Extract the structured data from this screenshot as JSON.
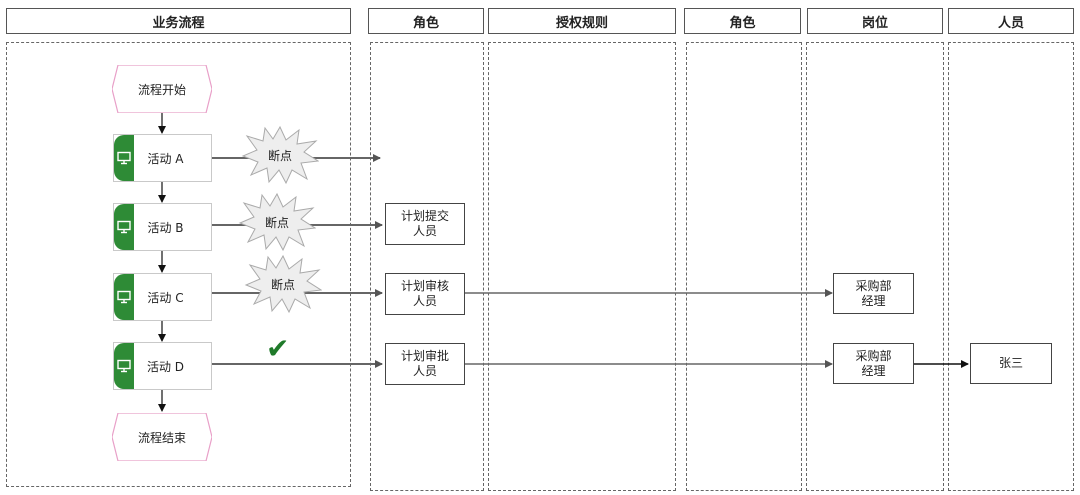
{
  "headers": {
    "business_flow": "业务流程",
    "role_left": "角色",
    "auth_rules": "授权规则",
    "role_right": "角色",
    "position": "岗位",
    "personnel": "人员"
  },
  "flow": {
    "start": "流程开始",
    "end": "流程结束",
    "activities": [
      "活动 A",
      "活动 B",
      "活动 C",
      "活动 D"
    ]
  },
  "breakpoint_label": "断点",
  "roles": [
    "计划提交\n人员",
    "计划审核\n人员",
    "计划审批\n人员"
  ],
  "positions": [
    "采购部\n经理",
    "采购部\n经理"
  ],
  "person": "张三",
  "icons": {
    "activity": "monitor-icon",
    "success": "checkmark-icon"
  },
  "colors": {
    "activity_tab": "#2e8b36",
    "terminal_border": "#e8a0c8",
    "burst_fill": "#eeeeee",
    "check": "#1f7a2a"
  }
}
